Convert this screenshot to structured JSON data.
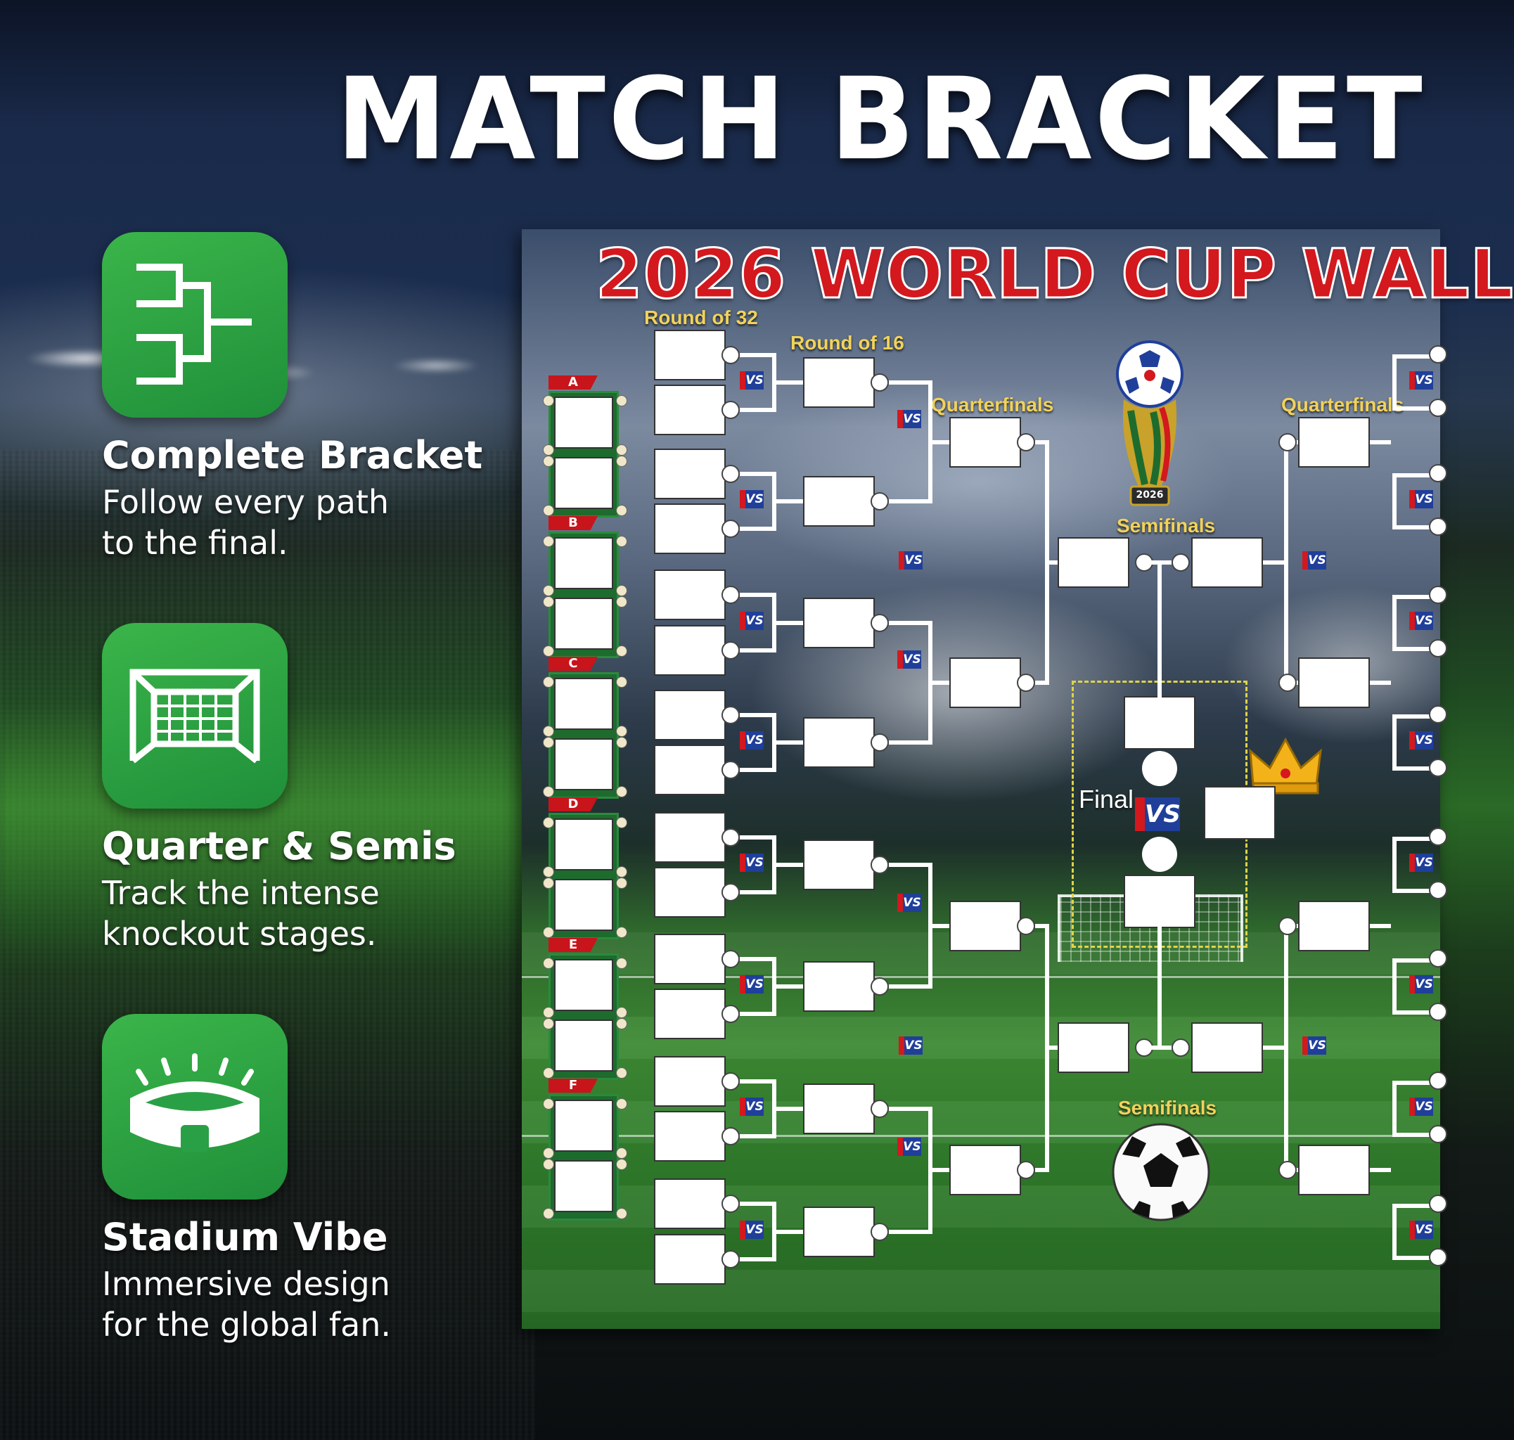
{
  "headline": "MATCH BRACKET",
  "features": [
    {
      "title": "Complete Bracket",
      "desc": "Follow every path\nto the final.",
      "icon": "bracket-icon"
    },
    {
      "title": "Quarter & Semis",
      "desc": "Track the intense\nknockout stages.",
      "icon": "goal-net-icon"
    },
    {
      "title": "Stadium Vibe",
      "desc": "Immersive design\nfor the global fan.",
      "icon": "stadium-icon"
    }
  ],
  "poster": {
    "title": "2026 WORLD CUP WALL",
    "round_of_32": "Round of 32",
    "round_of_16": "Round of 16",
    "quarterfinals": "Quarterfinals",
    "semifinals": "Semifinals",
    "final": "Final",
    "vs": "VS",
    "trophy_year": "2026",
    "groups": [
      "A",
      "B",
      "C",
      "D",
      "E",
      "F"
    ]
  },
  "colors": {
    "accent_green": "#2ea84a",
    "title_red": "#d3181e",
    "round_label": "#f1d25a",
    "vs_blue": "#1f3f9a"
  }
}
